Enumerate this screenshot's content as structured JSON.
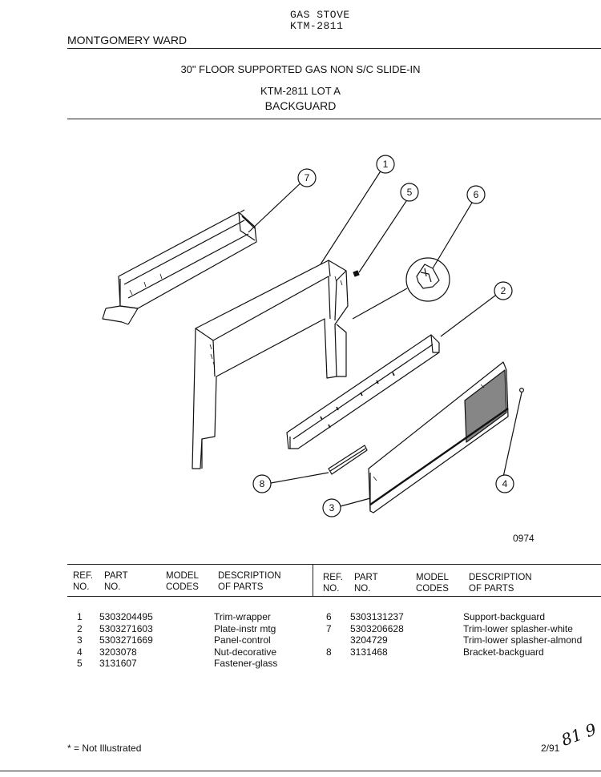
{
  "header": {
    "product_line1": "GAS STOVE",
    "product_line2": "KTM-2811",
    "brand": "MONTGOMERY WARD",
    "title": "30\" FLOOR SUPPORTED GAS NON S/C SLIDE-IN",
    "model_lot": "KTM-2811 LOT A",
    "section": "BACKGUARD"
  },
  "diagram": {
    "code": "0974",
    "callouts": [
      "1",
      "2",
      "3",
      "4",
      "5",
      "6",
      "7",
      "8"
    ]
  },
  "table": {
    "headers": {
      "ref_line1": "REF.",
      "ref_line2": "NO.",
      "part_line1": "PART",
      "part_line2": "NO.",
      "model_line1": "MODEL",
      "model_line2": "CODES",
      "desc_line1": "DESCRIPTION",
      "desc_line2": "OF PARTS"
    },
    "left": [
      {
        "ref": "1",
        "part": "5303204495",
        "desc": "Trim-wrapper"
      },
      {
        "ref": "2",
        "part": "5303271603",
        "desc": "Plate-instr mtg"
      },
      {
        "ref": "3",
        "part": "5303271669",
        "desc": "Panel-control"
      },
      {
        "ref": "4",
        "part": "3203078",
        "desc": "Nut-decorative"
      },
      {
        "ref": "5",
        "part": "3131607",
        "desc": "Fastener-glass"
      }
    ],
    "right": [
      {
        "ref": "6",
        "part": "5303131237",
        "desc": "Support-backguard"
      },
      {
        "ref": "7",
        "part": "5303206628",
        "desc": "Trim-lower splasher-white"
      },
      {
        "ref": "",
        "part": "3204729",
        "desc": "Trim-lower splasher-almond"
      },
      {
        "ref": "8",
        "part": "3131468",
        "desc": "Bracket-backguard"
      }
    ]
  },
  "footer": {
    "note": "* = Not Illustrated",
    "date": "2/91",
    "handwritten": "81 9"
  }
}
